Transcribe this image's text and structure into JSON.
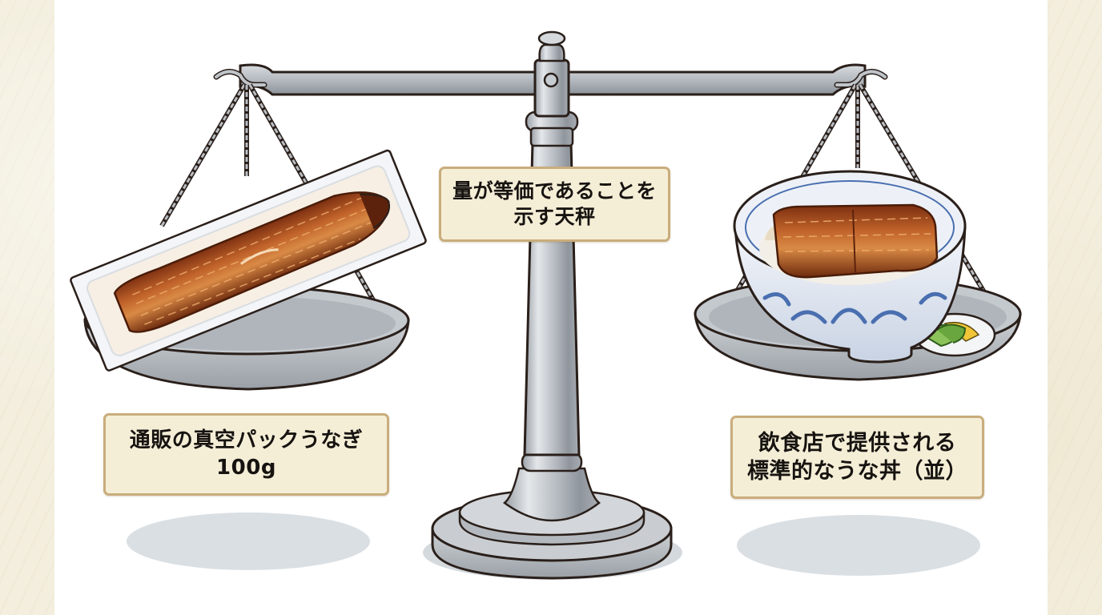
{
  "figure": {
    "description": "Balance scale comparing a mail-order vacuum-packed eel with a standard restaurant unadon",
    "colors": {
      "background_paper": "#f3eedd",
      "panel": "#ffffff",
      "label_fill": "#f5eed7",
      "label_border": "#c9ad7c",
      "metal": "#b9bec4",
      "metal_dark": "#8e949b",
      "outline": "#2a1f1a",
      "eel": "#a5471b",
      "bowl_pattern": "#4a6fb0",
      "shadow": "#d9dde1"
    }
  },
  "labels": {
    "center": {
      "line1": "量が等価であることを",
      "line2": "示す天秤"
    },
    "left": {
      "line1": "通販の真空パックうなぎ",
      "line2": "100g"
    },
    "right": {
      "line1": "飲食店で提供される",
      "line2": "標準的なうな丼（並）"
    }
  },
  "icons": {
    "scale": "balance-scale-icon",
    "left_item": "vacuum-packed-eel-icon",
    "right_item": "unadon-bowl-icon",
    "pickles": "pickles-dish-icon"
  }
}
